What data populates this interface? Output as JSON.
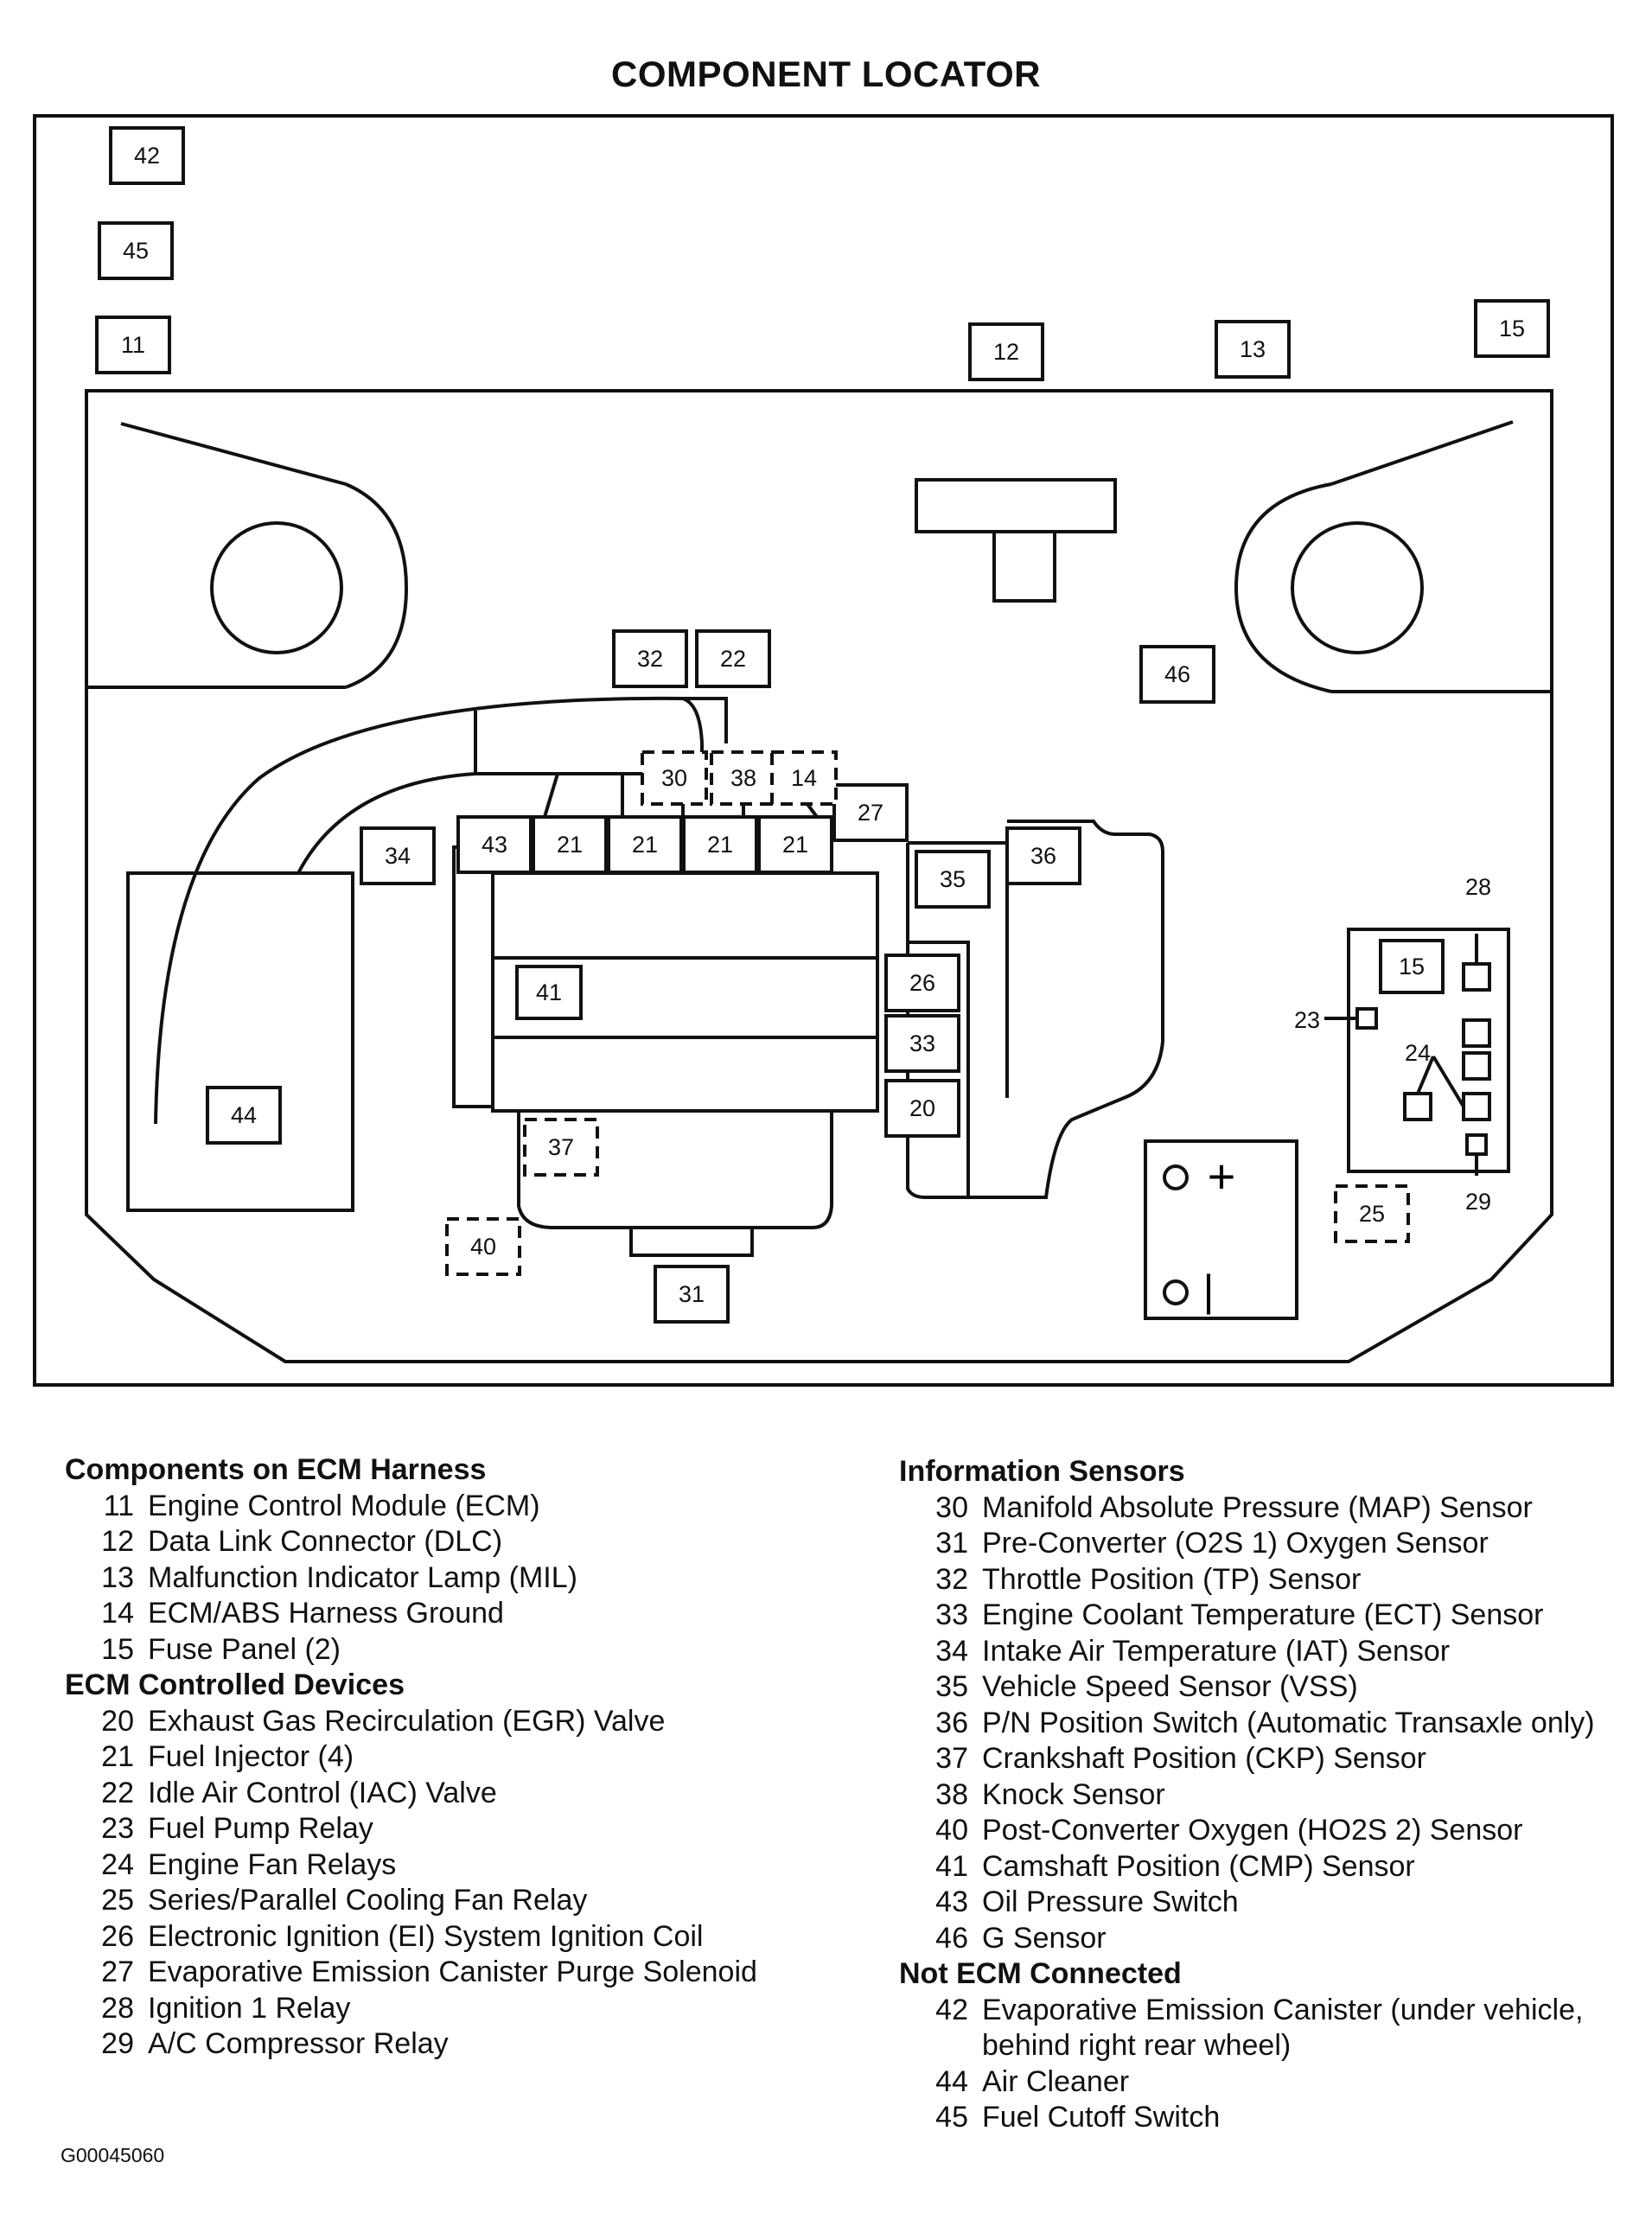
{
  "title": "COMPONENT LOCATOR",
  "figure_code": "G00045060",
  "battery": {
    "plus": "+",
    "minus": "|"
  },
  "labels": {
    "p42": "42",
    "p45": "45",
    "p11": "11",
    "p12": "12",
    "p13": "13",
    "p15a": "15",
    "p32": "32",
    "p22": "22",
    "p46": "46",
    "p30": "30",
    "p38": "38",
    "p14": "14",
    "p27": "27",
    "p34": "34",
    "p43": "43",
    "p21a": "21",
    "p21b": "21",
    "p21c": "21",
    "p21d": "21",
    "p35": "35",
    "p36": "36",
    "p41": "41",
    "p26": "26",
    "p33": "33",
    "p20": "20",
    "p44": "44",
    "p37": "37",
    "p40": "40",
    "p31": "31",
    "p25": "25",
    "p15b": "15",
    "p28": "28",
    "p23": "23",
    "p24": "24",
    "p29": "29"
  },
  "legend": {
    "left": [
      {
        "heading": "Components on ECM Harness",
        "items": [
          {
            "num": "11",
            "text": "Engine Control Module (ECM)"
          },
          {
            "num": "12",
            "text": "Data Link Connector (DLC)"
          },
          {
            "num": "13",
            "text": "Malfunction Indicator Lamp (MIL)"
          },
          {
            "num": "14",
            "text": "ECM/ABS Harness Ground"
          },
          {
            "num": "15",
            "text": "Fuse Panel (2)"
          }
        ]
      },
      {
        "heading": "ECM Controlled Devices",
        "items": [
          {
            "num": "20",
            "text": "Exhaust Gas Recirculation (EGR) Valve"
          },
          {
            "num": "21",
            "text": "Fuel Injector (4)"
          },
          {
            "num": "22",
            "text": "Idle Air Control (IAC) Valve"
          },
          {
            "num": "23",
            "text": "Fuel Pump Relay"
          },
          {
            "num": "24",
            "text": "Engine Fan Relays"
          },
          {
            "num": "25",
            "text": "Series/Parallel Cooling Fan Relay"
          },
          {
            "num": "26",
            "text": "Electronic Ignition (EI) System Ignition Coil"
          },
          {
            "num": "27",
            "text": "Evaporative Emission Canister Purge Solenoid"
          },
          {
            "num": "28",
            "text": "Ignition 1 Relay"
          },
          {
            "num": "29",
            "text": "A/C Compressor Relay"
          }
        ]
      }
    ],
    "right": [
      {
        "heading": "Information Sensors",
        "items": [
          {
            "num": "30",
            "text": "Manifold Absolute Pressure (MAP) Sensor"
          },
          {
            "num": "31",
            "text": "Pre-Converter (O2S 1) Oxygen Sensor"
          },
          {
            "num": "32",
            "text": "Throttle Position (TP) Sensor"
          },
          {
            "num": "33",
            "text": "Engine Coolant Temperature (ECT) Sensor"
          },
          {
            "num": "34",
            "text": "Intake Air Temperature (IAT) Sensor"
          },
          {
            "num": "35",
            "text": "Vehicle Speed Sensor (VSS)"
          },
          {
            "num": "36",
            "text": "P/N Position Switch (Automatic Transaxle only)"
          },
          {
            "num": "37",
            "text": "Crankshaft Position (CKP) Sensor"
          },
          {
            "num": "38",
            "text": "Knock Sensor"
          },
          {
            "num": "40",
            "text": "Post-Converter Oxygen (HO2S 2) Sensor"
          },
          {
            "num": "41",
            "text": "Camshaft Position (CMP) Sensor"
          },
          {
            "num": "43",
            "text": "Oil Pressure Switch"
          },
          {
            "num": "46",
            "text": "G Sensor"
          }
        ]
      },
      {
        "heading": "Not ECM Connected",
        "items": [
          {
            "num": "42",
            "text": "Evaporative Emission Canister (under vehicle, behind right rear wheel)"
          },
          {
            "num": "44",
            "text": "Air Cleaner"
          },
          {
            "num": "45",
            "text": "Fuel Cutoff Switch"
          }
        ]
      }
    ]
  }
}
